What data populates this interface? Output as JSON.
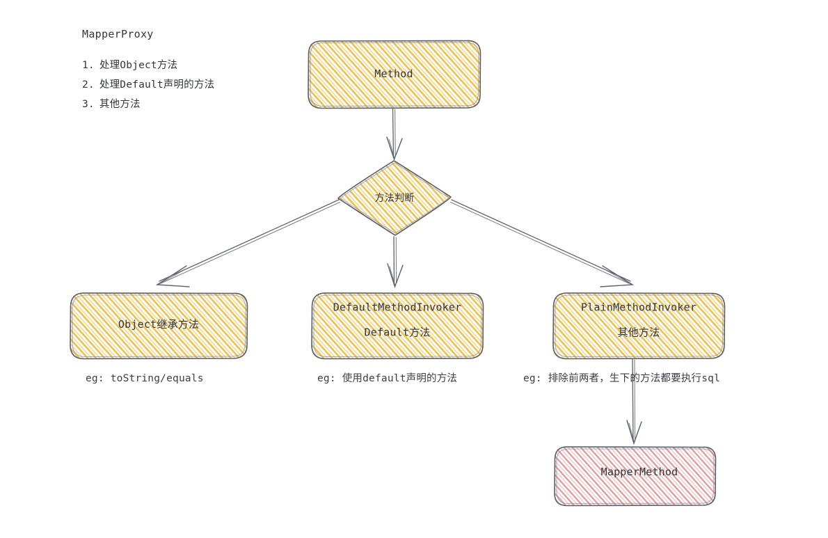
{
  "title_block": {
    "title": "MapperProxy",
    "notes": [
      {
        "num": "1.",
        "text": "处理Object方法"
      },
      {
        "num": "2.",
        "text": "处理Default声明的方法"
      },
      {
        "num": "3.",
        "text": "其他方法"
      }
    ]
  },
  "colors": {
    "yellow_fill": "#eebf4e",
    "yellow_hatch": "#edc14f",
    "pink_fill": "#e09a9a",
    "pink_hatch": "#e09a9a",
    "stroke": "#5a5f6b",
    "arrow": "#5f646e",
    "text": "#32363c",
    "background": "#ffffff"
  },
  "nodes": {
    "method": {
      "label": "Method"
    },
    "decision": {
      "label": "方法判断"
    },
    "object_invoker": {
      "label": "Object继承方法"
    },
    "default_invoker": {
      "line1": "DefaultMethodInvoker",
      "line2": "Default方法"
    },
    "plain_invoker": {
      "line1": "PlainMethodInvoker",
      "line2": "其他方法"
    },
    "mapper_method": {
      "label": "MapperMethod"
    }
  },
  "captions": {
    "object": "eg: toString/equals",
    "default": "eg: 使用default声明的方法",
    "plain": "eg: 排除前两者，生下的方法都要执行sql"
  }
}
